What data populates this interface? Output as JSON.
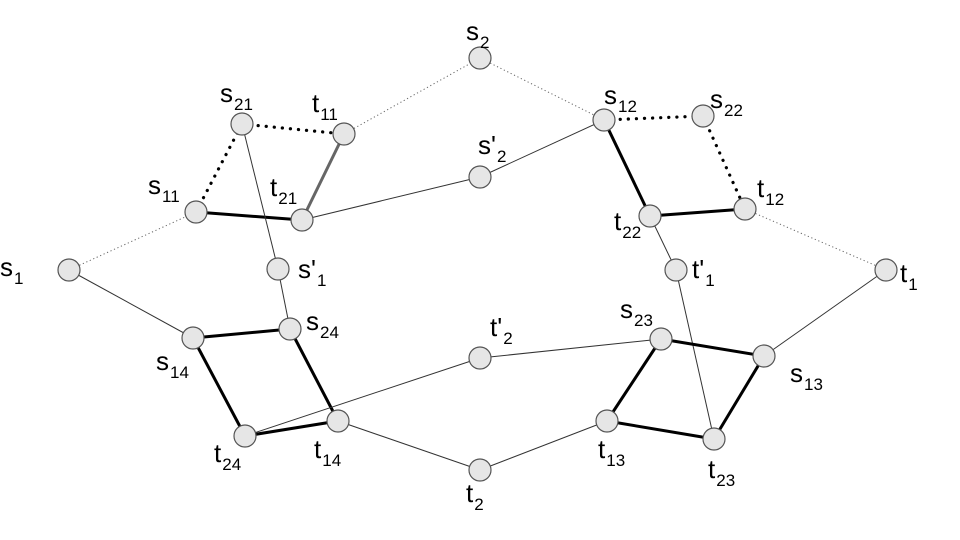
{
  "diagram": {
    "nodes": [
      {
        "id": "s2",
        "base": "s",
        "sub": "2"
      },
      {
        "id": "s21",
        "base": "s",
        "sub": "21"
      },
      {
        "id": "t11",
        "base": "t",
        "sub": "11"
      },
      {
        "id": "s12",
        "base": "s",
        "sub": "12"
      },
      {
        "id": "s22",
        "base": "s",
        "sub": "22"
      },
      {
        "id": "s2p",
        "base": "s'",
        "sub": "2"
      },
      {
        "id": "s11",
        "base": "s",
        "sub": "11"
      },
      {
        "id": "t21",
        "base": "t",
        "sub": "21"
      },
      {
        "id": "t22",
        "base": "t",
        "sub": "22"
      },
      {
        "id": "t12",
        "base": "t",
        "sub": "12"
      },
      {
        "id": "s1",
        "base": "s",
        "sub": "1"
      },
      {
        "id": "s1p",
        "base": "s'",
        "sub": "1"
      },
      {
        "id": "t1p",
        "base": "t'",
        "sub": "1"
      },
      {
        "id": "t1",
        "base": "t",
        "sub": "1"
      },
      {
        "id": "s24",
        "base": "s",
        "sub": "24"
      },
      {
        "id": "s14",
        "base": "s",
        "sub": "14"
      },
      {
        "id": "t2p",
        "base": "t'",
        "sub": "2"
      },
      {
        "id": "s23",
        "base": "s",
        "sub": "23"
      },
      {
        "id": "s13",
        "base": "s",
        "sub": "13"
      },
      {
        "id": "t24",
        "base": "t",
        "sub": "24"
      },
      {
        "id": "t14",
        "base": "t",
        "sub": "14"
      },
      {
        "id": "t13",
        "base": "t",
        "sub": "13"
      },
      {
        "id": "t23",
        "base": "t",
        "sub": "23"
      },
      {
        "id": "t2",
        "base": "t",
        "sub": "2"
      }
    ],
    "edges": [
      {
        "from": "s1",
        "to": "s11",
        "style": "dotted-thin"
      },
      {
        "from": "s11",
        "to": "s21",
        "style": "dotted-bold"
      },
      {
        "from": "s21",
        "to": "t11",
        "style": "dotted-bold"
      },
      {
        "from": "t11",
        "to": "s2",
        "style": "dotted-thin"
      },
      {
        "from": "s2",
        "to": "s12",
        "style": "dotted-thin"
      },
      {
        "from": "s12",
        "to": "s22",
        "style": "dotted-bold"
      },
      {
        "from": "s22",
        "to": "t12",
        "style": "dotted-bold"
      },
      {
        "from": "t12",
        "to": "t1",
        "style": "dotted-thin"
      },
      {
        "from": "s11",
        "to": "t21",
        "style": "bold"
      },
      {
        "from": "t21",
        "to": "t11",
        "style": "bold-gray"
      },
      {
        "from": "t21",
        "to": "s2p",
        "style": "thin"
      },
      {
        "from": "s2p",
        "to": "s12",
        "style": "thin"
      },
      {
        "from": "s12",
        "to": "t22",
        "style": "bold"
      },
      {
        "from": "t22",
        "to": "t12",
        "style": "bold"
      },
      {
        "from": "s21",
        "to": "s1p",
        "style": "thin"
      },
      {
        "from": "s1p",
        "to": "s24",
        "style": "thin"
      },
      {
        "from": "t22",
        "to": "t1p",
        "style": "thin"
      },
      {
        "from": "t1p",
        "to": "t23",
        "style": "thin"
      },
      {
        "from": "s1",
        "to": "s14",
        "style": "thin"
      },
      {
        "from": "t1",
        "to": "s13",
        "style": "thin"
      },
      {
        "from": "s14",
        "to": "s24",
        "style": "bold"
      },
      {
        "from": "s24",
        "to": "t14",
        "style": "bold"
      },
      {
        "from": "s14",
        "to": "t24",
        "style": "bold"
      },
      {
        "from": "t24",
        "to": "t14",
        "style": "bold"
      },
      {
        "from": "t24",
        "to": "t2p",
        "style": "thin"
      },
      {
        "from": "t2p",
        "to": "s23",
        "style": "thin"
      },
      {
        "from": "t14",
        "to": "t2",
        "style": "thin"
      },
      {
        "from": "t2",
        "to": "t13",
        "style": "thin"
      },
      {
        "from": "s23",
        "to": "s13",
        "style": "bold"
      },
      {
        "from": "s23",
        "to": "t13",
        "style": "bold"
      },
      {
        "from": "t13",
        "to": "t23",
        "style": "bold"
      },
      {
        "from": "t23",
        "to": "s13",
        "style": "bold"
      }
    ]
  }
}
